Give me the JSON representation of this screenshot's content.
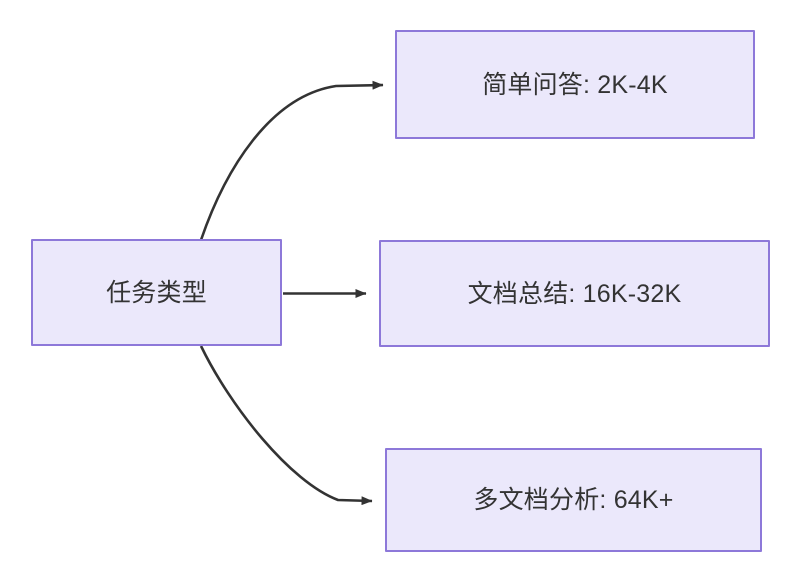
{
  "diagram": {
    "type": "flowchart",
    "direction": "left-to-right",
    "background_color": "#ffffff",
    "node_fill_color": "#ebe8fb",
    "node_border_color": "#8d78d9",
    "node_text_color": "#333333",
    "edge_color": "#333333",
    "source": {
      "id": "task-type",
      "label": "任务类型"
    },
    "targets": [
      {
        "id": "simple-qa",
        "label": "简单问答: 2K-4K"
      },
      {
        "id": "doc-summary",
        "label": "文档总结: 16K-32K"
      },
      {
        "id": "multi-doc-analysis",
        "label": "多文档分析: 64K+"
      }
    ],
    "edges": [
      {
        "from": "task-type",
        "to": "simple-qa",
        "style": "curved",
        "arrowhead": "solid-triangle"
      },
      {
        "from": "task-type",
        "to": "doc-summary",
        "style": "straight",
        "arrowhead": "solid-triangle"
      },
      {
        "from": "task-type",
        "to": "multi-doc-analysis",
        "style": "curved",
        "arrowhead": "solid-triangle"
      }
    ]
  }
}
